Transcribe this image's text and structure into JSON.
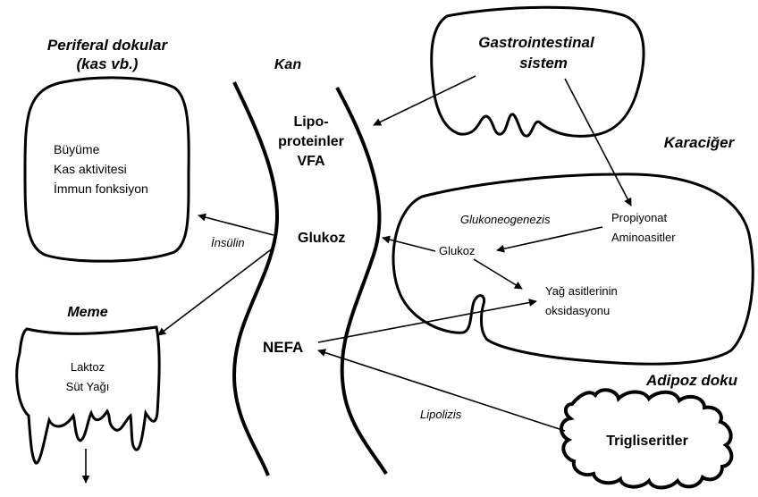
{
  "labels": {
    "peripheral_title_1": "Periferal dokular",
    "peripheral_title_2": "(kas vb.)",
    "peripheral_item_1": "Büyüme",
    "peripheral_item_2": "Kas aktivitesi",
    "peripheral_item_3": "İmmun fonksiyon",
    "blood_title": "Kan",
    "lipo_1": "Lipo-",
    "lipo_2": "proteinler",
    "vfa": "VFA",
    "glucose_blood": "Glukoz",
    "nefa": "NEFA",
    "insulin": "İnsülin",
    "gi_1": "Gastrointestinal",
    "gi_2": "sistem",
    "liver_title": "Karaciğer",
    "gluconeogenesis": "Glukoneogenezis",
    "propionate": "Propiyonat",
    "amino_acids": "Aminoasitler",
    "glucose_liver": "Glukoz",
    "fa_oxidation_1": "Yağ asitlerinin",
    "fa_oxidation_2": "oksidasyonu",
    "mammary_title": "Meme",
    "lactose": "Laktoz",
    "milk_fat": "Süt Yağı",
    "adipose_title": "Adipoz doku",
    "lipolysis": "Lipolizis",
    "triglycerides": "Trigliseritler"
  }
}
